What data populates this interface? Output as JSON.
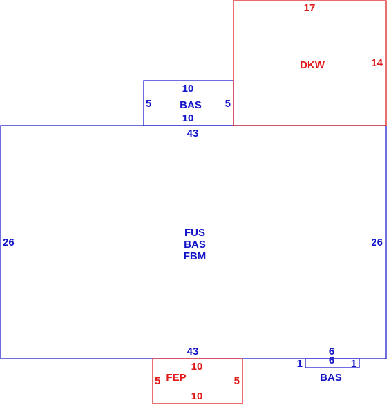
{
  "sketch": {
    "main": {
      "labels": [
        "FUS",
        "BAS",
        "FBM"
      ],
      "top_dim": "43",
      "bottom_dim": "43",
      "left_dim": "26",
      "right_dim": "26"
    },
    "top_bas": {
      "label": "BAS",
      "top_dim": "10",
      "bottom_dim": "10",
      "left_dim": "5",
      "right_dim": "5"
    },
    "deck": {
      "label": "DKW",
      "top_dim": "17",
      "right_dim": "14"
    },
    "porch": {
      "label": "FEP",
      "top_dim": "10",
      "bottom_dim": "10",
      "left_dim": "5",
      "right_dim": "5"
    },
    "small_bas": {
      "label": "BAS",
      "top_dim": "6",
      "inner_dim": "6",
      "left_dim": "1",
      "right_dim": "1"
    },
    "colors": {
      "blue": "#2020d0",
      "red": "#e02020"
    }
  }
}
